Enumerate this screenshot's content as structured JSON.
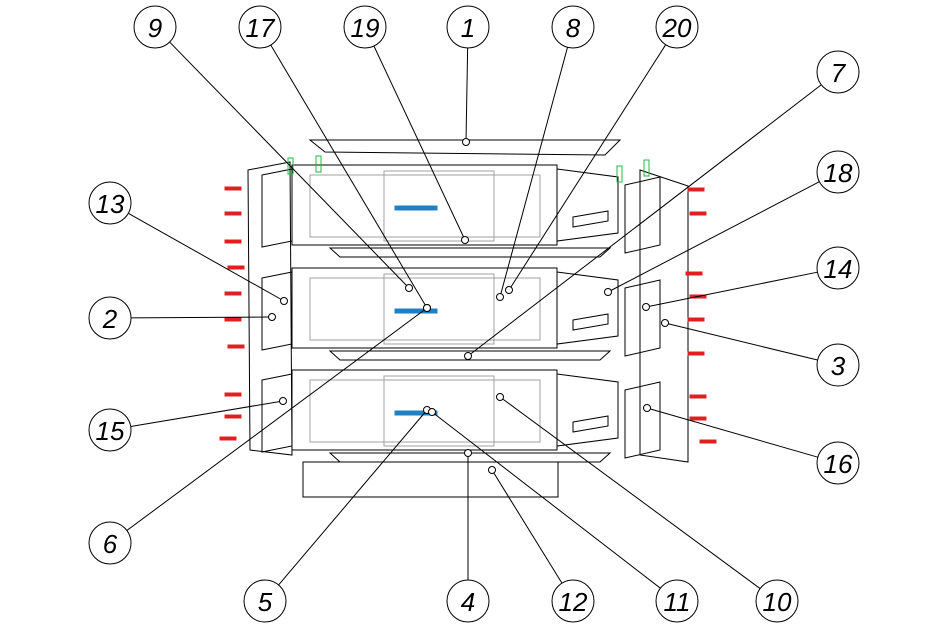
{
  "diagram": {
    "type": "exploded assembly drawing",
    "callouts": [
      "9",
      "17",
      "19",
      "1",
      "8",
      "20",
      "7",
      "18",
      "13",
      "14",
      "2",
      "3",
      "15",
      "16",
      "6",
      "5",
      "4",
      "12",
      "11",
      "10"
    ]
  },
  "colors": {
    "line": "#000000",
    "ghost": "#a0a0a0",
    "handle": "#1f7fc0",
    "fastener": "#e02020",
    "clip": "#22bb44"
  }
}
